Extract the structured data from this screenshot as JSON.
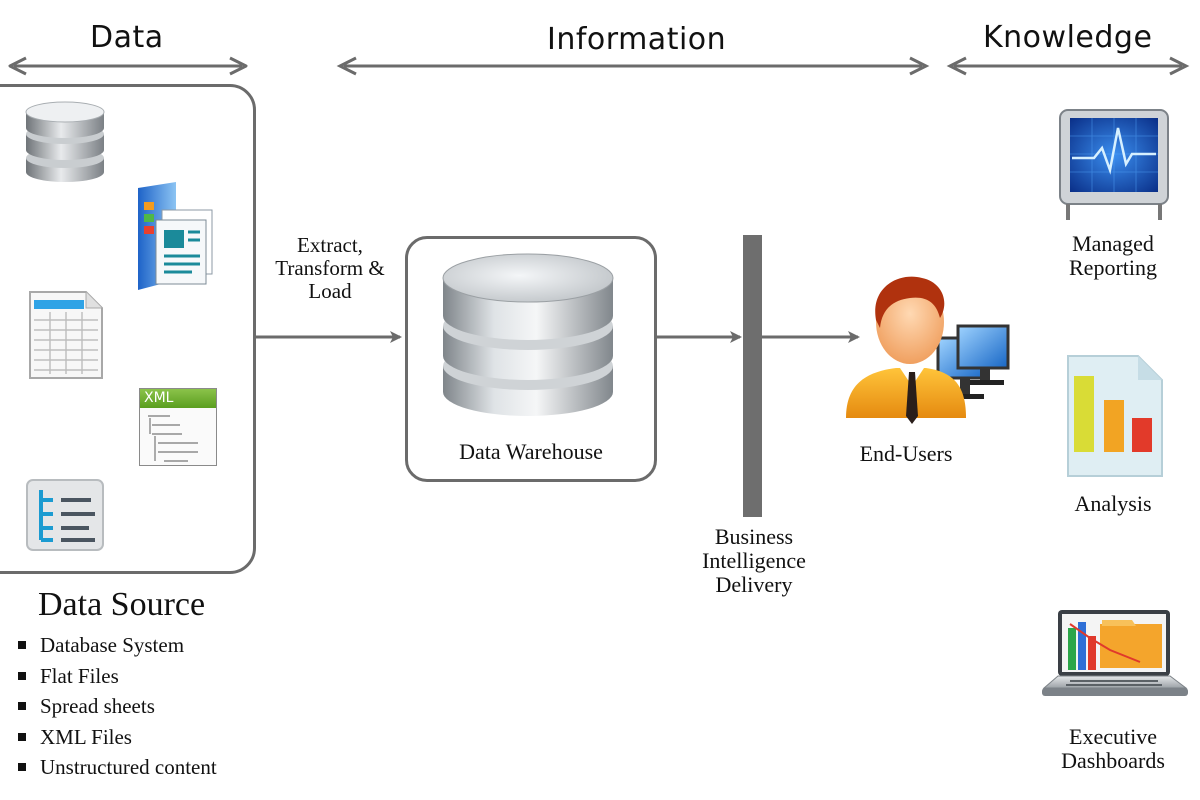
{
  "stages": {
    "data": "Data",
    "information": "Information",
    "knowledge": "Knowledge"
  },
  "etl_label": [
    "Extract,",
    "Transform &",
    "Load"
  ],
  "data_warehouse": {
    "label": "Data Warehouse"
  },
  "bi_delivery": {
    "label": [
      "Business",
      "Intelligence",
      "Delivery"
    ]
  },
  "end_users": {
    "label": "End-Users"
  },
  "outputs": {
    "managed_reporting": [
      "Managed",
      "Reporting"
    ],
    "analysis": "Analysis",
    "executive_dashboards": [
      "Executive",
      "Dashboards"
    ]
  },
  "data_source": {
    "title": "Data Source",
    "items": [
      "Database System",
      "Flat Files",
      "Spread sheets",
      "XML Files",
      "Unstructured content"
    ]
  },
  "xml_icon_text": "XML",
  "colors": {
    "arrow": "#6b6b6b",
    "box_border": "#6b6b6b",
    "bi_bar": "#6e6e6e"
  }
}
